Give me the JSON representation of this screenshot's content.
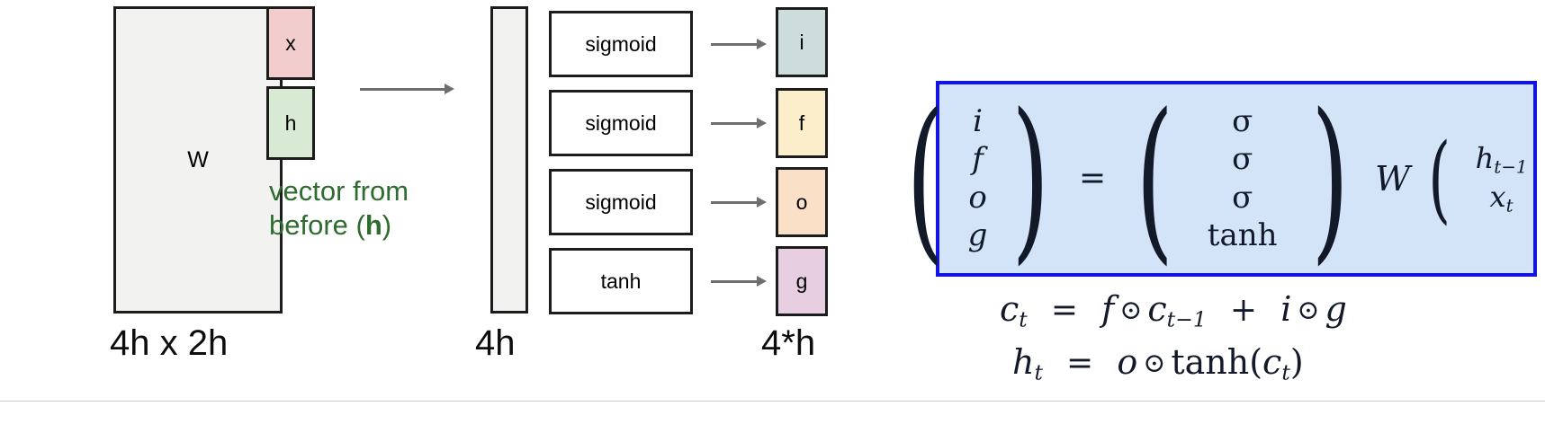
{
  "diagram": {
    "title": "LSTM gate computation diagram",
    "weight_matrix": {
      "label": "W",
      "dim_label": "4h x 2h",
      "fill": "#f2f2f1"
    },
    "input_vectors": [
      {
        "label": "x",
        "fill": "#f2cdcd",
        "name": "input-vector-x"
      },
      {
        "label": "h",
        "fill": "#d8ead3",
        "name": "input-vector-h"
      }
    ],
    "note": {
      "line1": "vector from",
      "line2_prefix": "before (",
      "line2_bold": "h",
      "line2_suffix": ")",
      "color": "#2e6b2e"
    },
    "preactivation": {
      "dim_label": "4h",
      "fill": "#f2f2f1"
    },
    "gates": [
      {
        "fn": "sigmoid",
        "out": "i",
        "out_fill": "#cdddde"
      },
      {
        "fn": "sigmoid",
        "out": "f",
        "out_fill": "#fdeecb"
      },
      {
        "fn": "sigmoid",
        "out": "o",
        "out_fill": "#fbe0c8"
      },
      {
        "fn": "tanh",
        "out": "g",
        "out_fill": "#e7cee0"
      }
    ],
    "outputs_dim_label": "4*h",
    "arrow_color": "#6e6e6e"
  },
  "equations": {
    "panel": {
      "border_color": "#1414e0",
      "background_color": "#d3e3f8",
      "lhs_vector": [
        "i",
        "f",
        "o",
        "g"
      ],
      "equals": "=",
      "activation_vector": [
        "σ",
        "σ",
        "σ",
        "tanh"
      ],
      "weight": "W",
      "rhs_vector_top": "h",
      "rhs_vector_top_sub": "t−1",
      "rhs_vector_bottom": "x",
      "rhs_vector_bottom_sub": "t"
    },
    "cell_state": {
      "lhs": "c",
      "lhs_sub": "t",
      "equals": "=",
      "term1": "f",
      "op1": "⊙",
      "term2": "c",
      "term2_sub": "t−1",
      "plus": "+",
      "term3": "i",
      "op2": "⊙",
      "term4": "g"
    },
    "hidden_state": {
      "lhs": "h",
      "lhs_sub": "t",
      "equals": "=",
      "term1": "o",
      "op1": "⊙",
      "fn": "tanh(",
      "arg": "c",
      "arg_sub": "t",
      "close": ")"
    }
  }
}
